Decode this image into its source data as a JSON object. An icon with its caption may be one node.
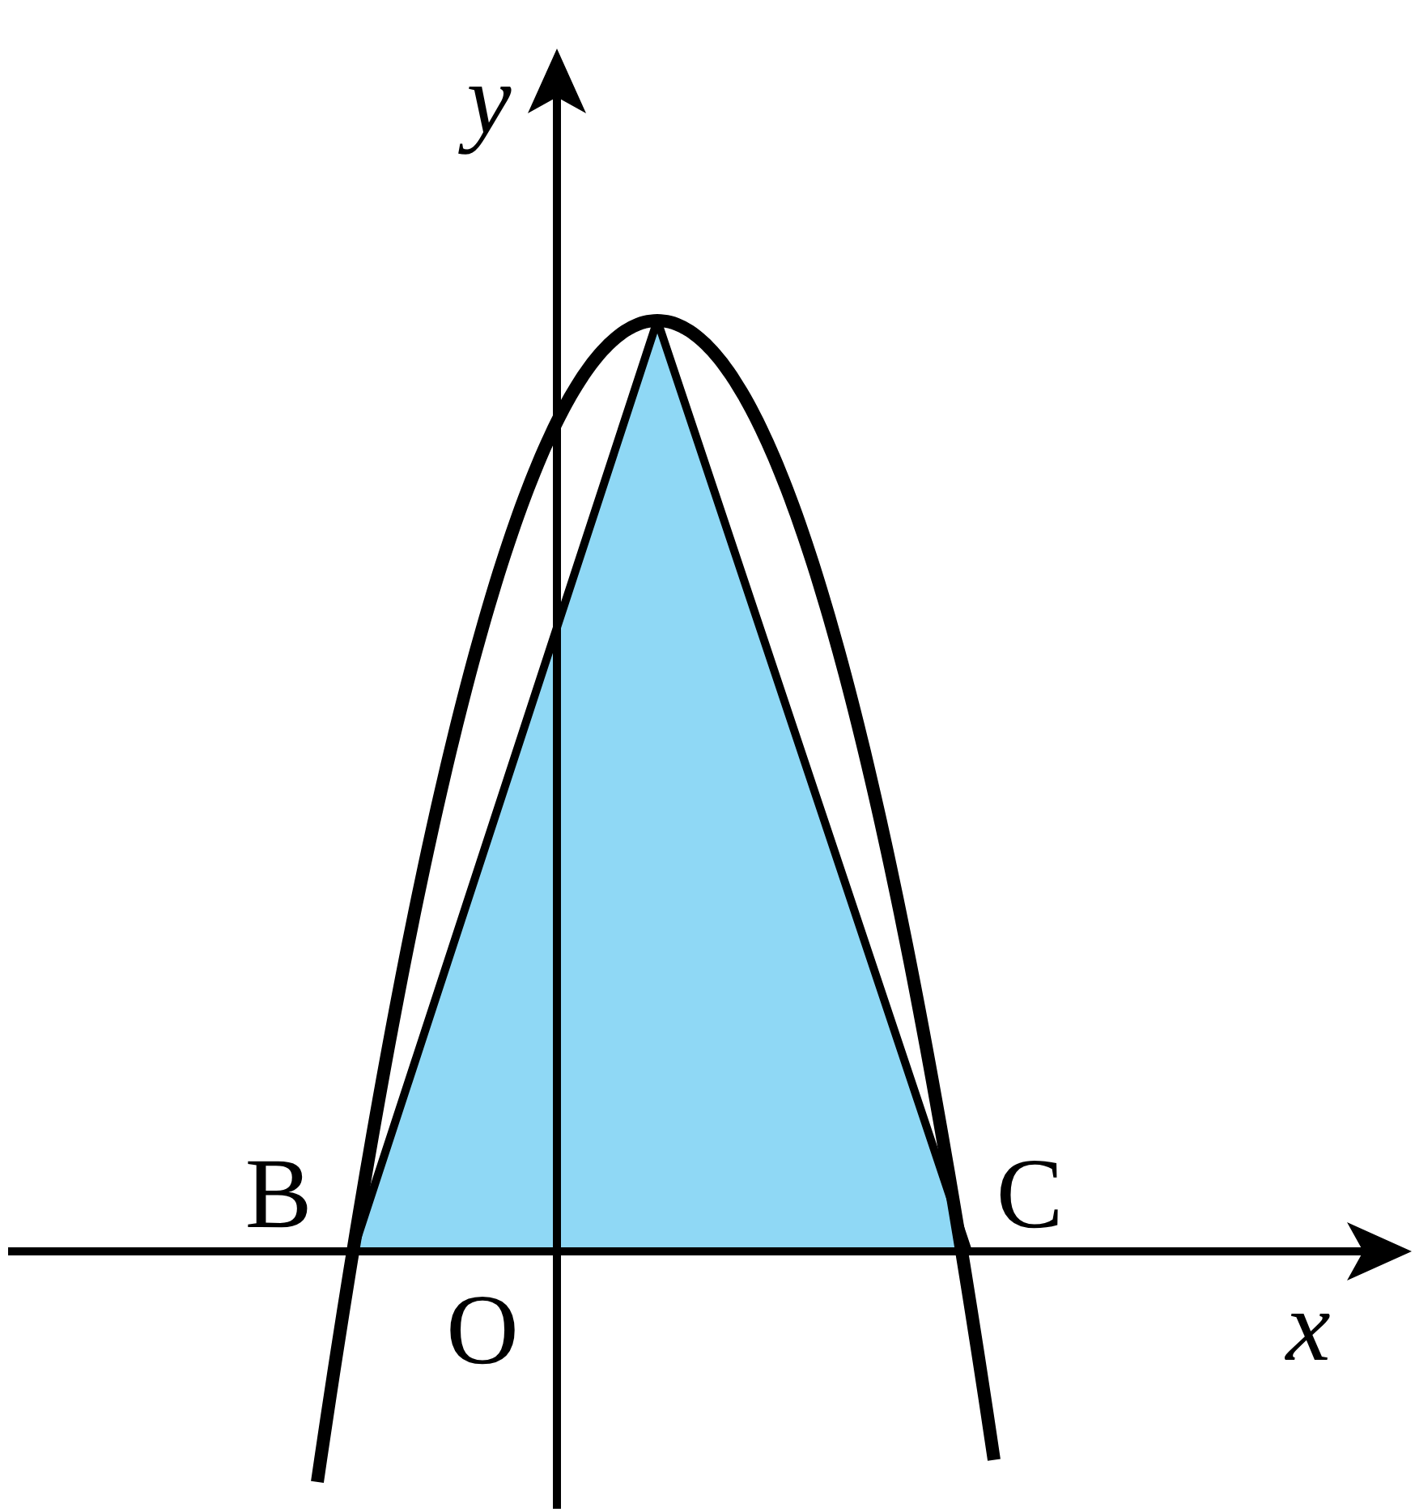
{
  "diagram": {
    "labels": [
      "y",
      "B",
      "C",
      "O",
      "x"
    ]
  }
}
